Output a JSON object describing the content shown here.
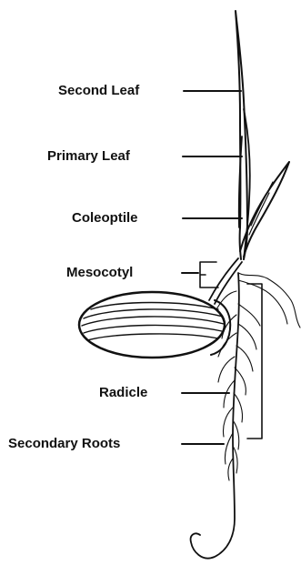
{
  "diagram": {
    "labels": {
      "second_leaf": "Second Leaf",
      "primary_leaf": "Primary Leaf",
      "coleoptile": "Coleoptile",
      "mesocotyl": "Mesocotyl",
      "radicle": "Radicle",
      "secondary_roots": "Secondary Roots"
    },
    "colors": {
      "ink": "#111111",
      "background": "#ffffff"
    }
  }
}
